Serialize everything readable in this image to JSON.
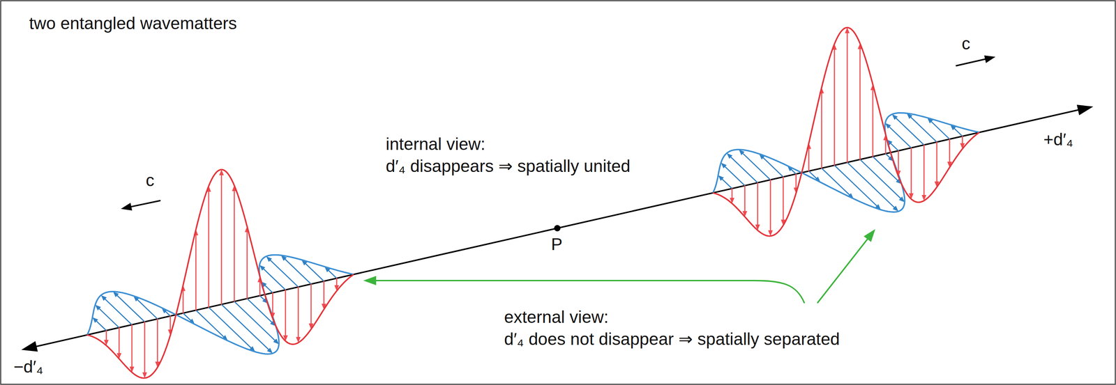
{
  "diagram": {
    "title": "two entangled wavematters",
    "labels": [
      "c",
      "c",
      "internal view:",
      "d′₄ disappears ⇒ spatially united",
      "P",
      "+d′₄",
      "−d′₄",
      "external view:",
      "d′₄ does not disappear ⇒ spatially separated"
    ]
  }
}
